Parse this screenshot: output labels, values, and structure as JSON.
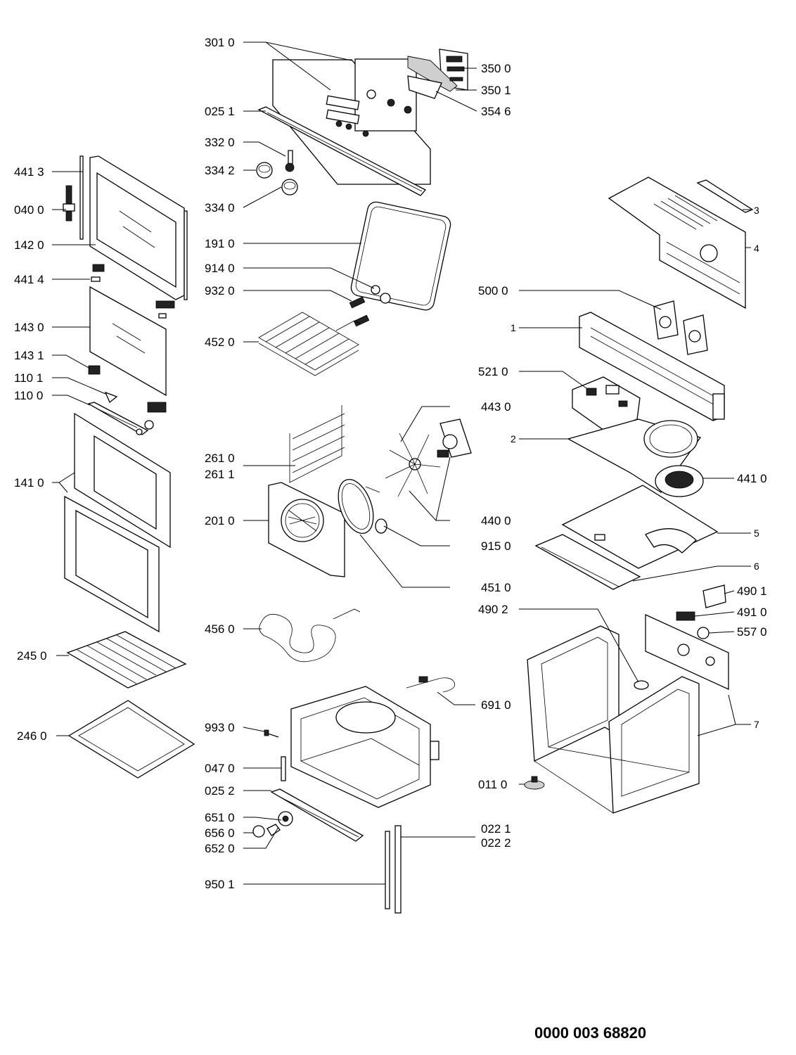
{
  "document_code": "0000 003 68820",
  "labels": {
    "p3010": "301 0",
    "p3500": "350 0",
    "p3501": "350 1",
    "p3546": "354 6",
    "p0251": "025 1",
    "p3320": "332 0",
    "p3342": "334 2",
    "p3340": "334 0",
    "p4413": "441 3",
    "p0400": "040 0",
    "p1420": "142 0",
    "p4414": "441 4",
    "p1430": "143 0",
    "p1431": "143 1",
    "p1101": "110 1",
    "p1100": "110 0",
    "p1410": "141 0",
    "p2450": "245 0",
    "p2460": "246 0",
    "p1910": "191 0",
    "p9140": "914 0",
    "p9320": "932 0",
    "p4520": "452 0",
    "p2610": "261 0",
    "p2611": "261 1",
    "p2010": "201 0",
    "p4430": "443 0",
    "p4400": "440 0",
    "p9150": "915 0",
    "p4510": "451 0",
    "p4560": "456 0",
    "p6910": "691 0",
    "p9930": "993 0",
    "p0470": "047 0",
    "p0252": "025 2",
    "p6510": "651 0",
    "p6560": "656 0",
    "p6520": "652 0",
    "p0221": "022 1",
    "p0222": "022 2",
    "p9501": "950 1",
    "p3": "3",
    "p4": "4",
    "p5000": "500 0",
    "p1": "1",
    "p5210": "521 0",
    "p2": "2",
    "p4410": "441 0",
    "p5": "5",
    "p6": "6",
    "p4901": "490 1",
    "p4902": "490 2",
    "p4910": "491 0",
    "p5570": "557 0",
    "p7": "7",
    "p0110": "011 0"
  }
}
